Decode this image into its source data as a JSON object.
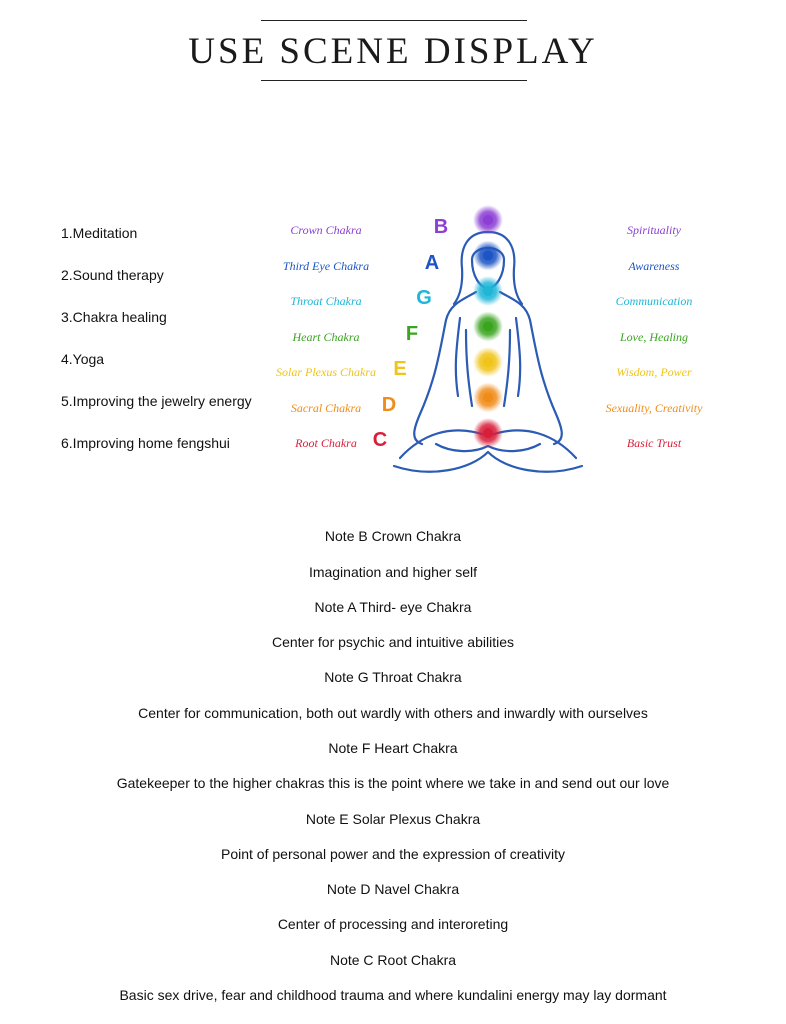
{
  "header": {
    "title": "USE SCENE DISPLAY"
  },
  "uses": [
    "1.Meditation",
    "2.Sound therapy",
    "3.Chakra healing",
    "4.Yoga",
    "5.Improving the jewelry energy",
    "6.Improving home fengshui"
  ],
  "chakras": [
    {
      "name": "Crown Chakra",
      "note": "B",
      "quality": "Spirituality",
      "color": "#8b3fd4"
    },
    {
      "name": "Third Eye Chakra",
      "note": "A",
      "quality": "Awareness",
      "color": "#1d55c4"
    },
    {
      "name": "Throat Chakra",
      "note": "G",
      "quality": "Communication",
      "color": "#1fb6d8"
    },
    {
      "name": "Heart Chakra",
      "note": "F",
      "quality": "Love, Healing",
      "color": "#3aa41f"
    },
    {
      "name": "Solar Plexus Chakra",
      "note": "E",
      "quality": "Wisdom, Power",
      "color": "#f0c419"
    },
    {
      "name": "Sacral Chakra",
      "note": "D",
      "quality": "Sexuality, Creativity",
      "color": "#f08c1a"
    },
    {
      "name": "Root Chakra",
      "note": "C",
      "quality": "Basic Trust",
      "color": "#d81f3a"
    }
  ],
  "notes": [
    "Note B  Crown  Chakra",
    "Imagination and higher self",
    "Note A  Third- eye  Chakra",
    "Center for psychic and intuitive abilities",
    "Note G  Throat  Chakra",
    "Center for communication, both out wardly with others and inwardly with ourselves",
    "Note F  Heart  Chakra",
    "Gatekeeper to the higher chakras this is the point where we take in and send out our love",
    "Note E  Solar Plexus  Chakra",
    "Point of personal power and the expression of creativity",
    "Note D  Navel Chakra",
    "Center of processing and interoreting",
    "Note C Root Chakra",
    "Basic sex drive, fear and childhood trauma and where kundalini energy may lay dormant"
  ]
}
